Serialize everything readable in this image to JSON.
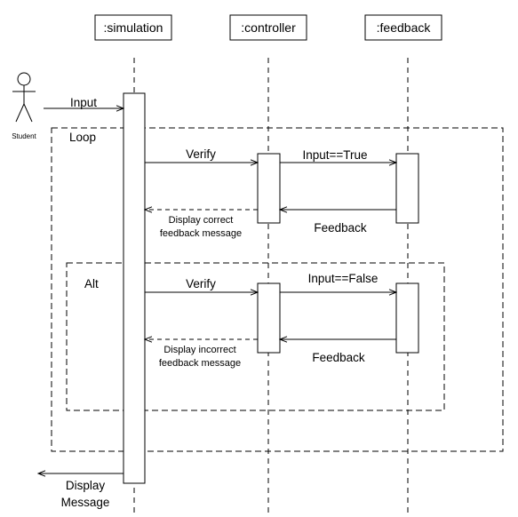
{
  "lifelines": {
    "simulation": ":simulation",
    "controller": ":controller",
    "feedback": ":feedback"
  },
  "actor": {
    "label": "Student"
  },
  "fragments": {
    "loop": "Loop",
    "alt": "Alt"
  },
  "messages": {
    "input": "Input",
    "verify_loop": "Verify",
    "input_true": "Input==True",
    "feedback_loop": "Feedback",
    "display_correct_line1": "Display correct",
    "display_correct_line2": "feedback message",
    "verify_alt": "Verify",
    "input_false": "Input==False",
    "feedback_alt": "Feedback",
    "display_incorrect_line1": "Display incorrect",
    "display_incorrect_line2": "feedback message",
    "display_line1": "Display",
    "display_line2": "Message"
  }
}
